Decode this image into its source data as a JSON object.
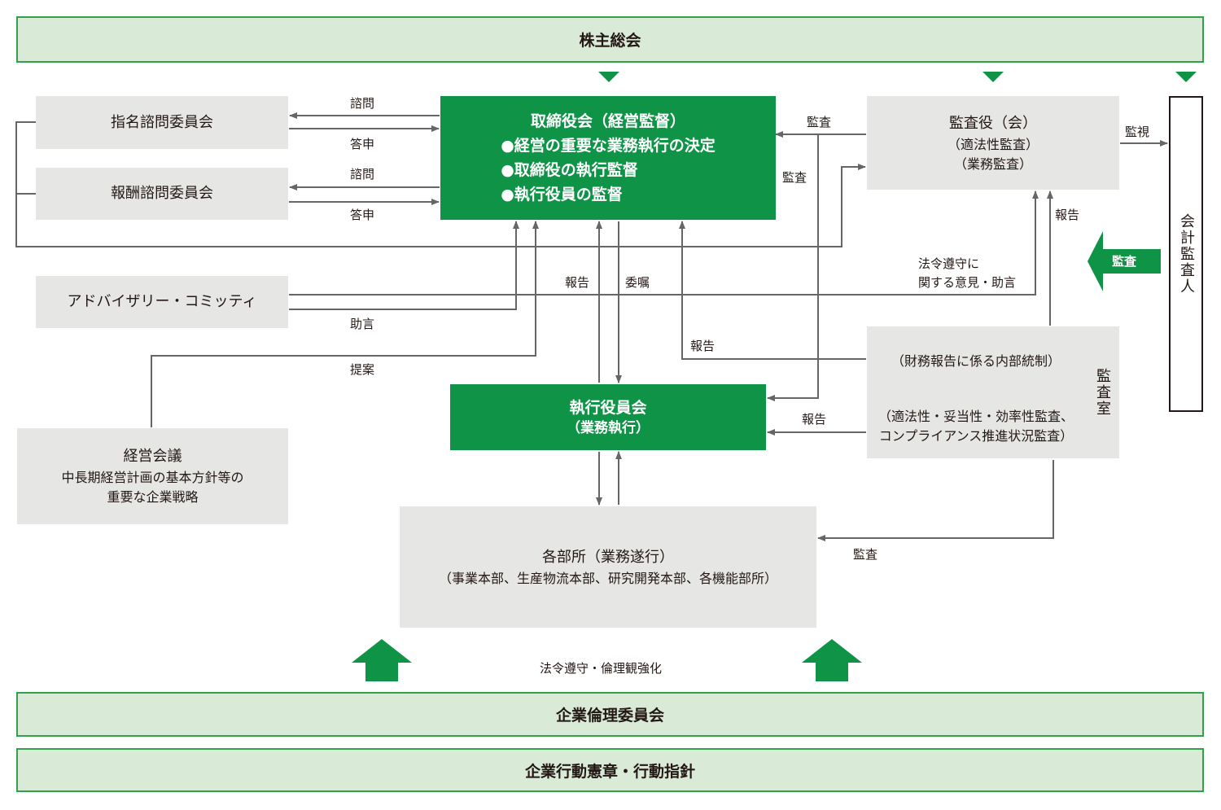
{
  "banners": {
    "top": "株主総会",
    "ethics_committee": "企業倫理委員会",
    "charter": "企業行動憲章・行動指針"
  },
  "boxes": {
    "nomination_committee": "指名諮問委員会",
    "compensation_committee": "報酬諮問委員会",
    "advisory_committee": "アドバイザリー・コミッティ",
    "management_meeting": {
      "title": "経営会議",
      "line1": "中長期経営計画の基本方針等の",
      "line2": "重要な企業戦略"
    },
    "board": {
      "title": "取締役会（経営監督）",
      "items": [
        "●経営の重要な業務執行の決定",
        "●取締役の執行監督",
        "●執行役員の監督"
      ]
    },
    "auditors": {
      "title": "監査役（会）",
      "line1": "（適法性監査）",
      "line2": "（業務監査）"
    },
    "executive_committee": {
      "title": "執行役員会",
      "sub": "（業務執行）"
    },
    "departments": {
      "title": "各部所（業務遂行）",
      "sub": "（事業本部、生産物流本部、研究開発本部、各機能部所）"
    },
    "audit_office": {
      "row1": "（財務報告に係る内部統制）",
      "row2_line1": "（適法性・妥当性・効率性監査、",
      "row2_line2": "コンプライアンス推進状況監査）",
      "side": "監査室"
    },
    "external_auditor": "会計監査人"
  },
  "labels": {
    "inquiry1": "諮問",
    "answer1": "答申",
    "inquiry2": "諮問",
    "answer2": "答申",
    "advice": "助言",
    "proposal": "提案",
    "report_board": "報告",
    "commission": "委嘱",
    "audit_board": "監査",
    "audit_exec": "監査",
    "monitoring": "監視",
    "report_auditors": "報告",
    "compliance_opinion_1": "法令遵守に",
    "compliance_opinion_2": "関する意見・助言",
    "report_ic": "報告",
    "report_exec": "報告",
    "audit_departments": "監査",
    "compliance_ethics": "法令遵守・倫理観強化",
    "audit_big_arrow": "監査"
  },
  "colors": {
    "green": "#0f9347",
    "light_green": "#d9ead6",
    "grey_box": "#e6e6e5",
    "line": "#666666"
  }
}
